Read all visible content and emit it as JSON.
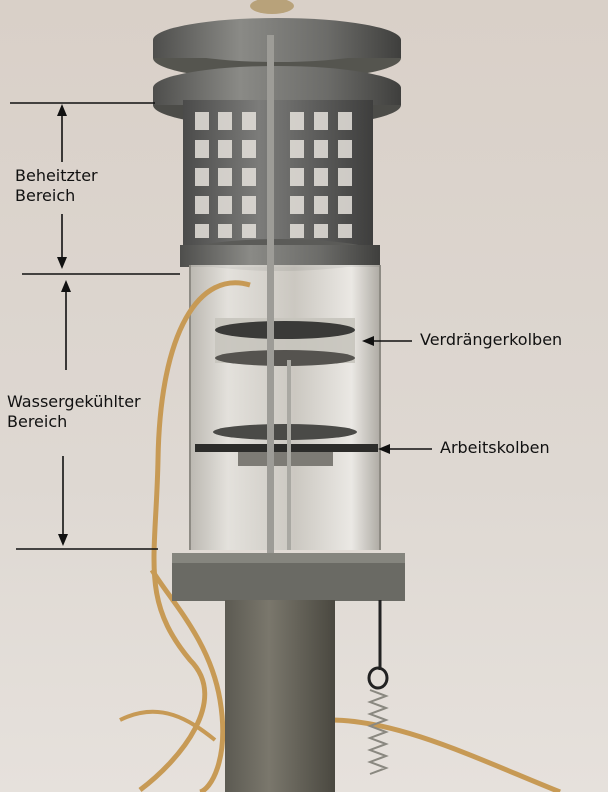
{
  "labels": {
    "heated_line1": "Beheitzter",
    "heated_line2": "Bereich",
    "cooled_line1": "Wassergekühlter",
    "cooled_line2": "Bereich",
    "displacer": "Verdrängerkolben",
    "work_piston": "Arbeitskolben"
  },
  "colors": {
    "background": "#dcd5cf",
    "metal": "#6e6e6c",
    "tube": "#c89a52",
    "annotation": "#111111"
  }
}
